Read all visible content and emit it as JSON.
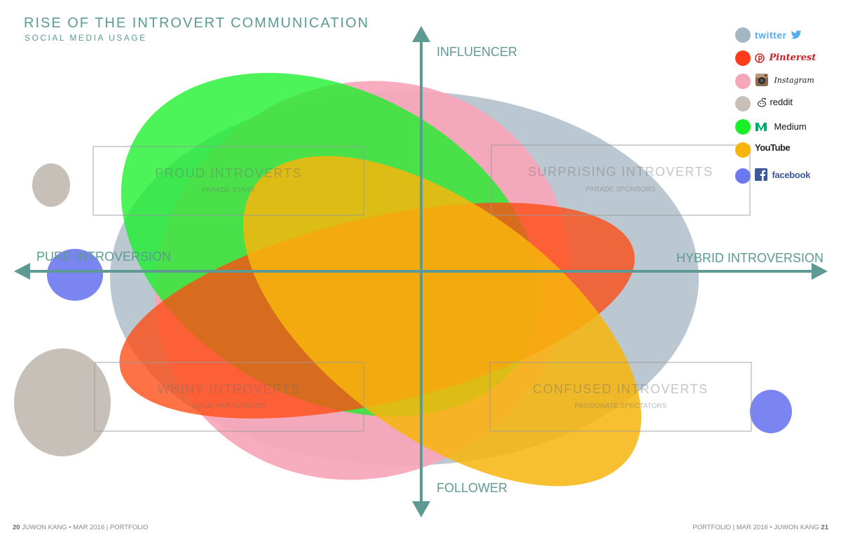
{
  "header": {
    "title": "RISE OF THE INTROVERT COMMUNICATION",
    "subtitle": "SOCIAL MEDIA USAGE"
  },
  "axes": {
    "top": "INFLUENCER",
    "bottom": "FOLLOWER",
    "left": "PURE INTROVERSION",
    "right": "HYBRID INTROVERSION"
  },
  "quadrants": [
    {
      "title": "PROUD INTROVERTS",
      "subtitle": "PARADE STARS"
    },
    {
      "title": "SURPRISING INTROVERTS",
      "subtitle": "PARADE SPONSORS"
    },
    {
      "title": "WHINY INTROVERTS",
      "subtitle": "LOCAL PARTICIPANTS"
    },
    {
      "title": "CONFUSED INTROVERTS",
      "subtitle": "PASSIONATE SPECTATORS"
    }
  ],
  "legend": [
    {
      "name": "twitter",
      "color": "#a4b6c2",
      "icon": "twitter-bird-icon"
    },
    {
      "name": "Pinterest",
      "color": "#ff3d1a",
      "icon": "pinterest-icon"
    },
    {
      "name": "Instagram",
      "color": "#f7a6b8",
      "icon": "instagram-camera-icon"
    },
    {
      "name": "reddit",
      "color": "#c7c0b9",
      "icon": "reddit-alien-icon"
    },
    {
      "name": "Medium",
      "color": "#1af02a",
      "icon": "medium-icon"
    },
    {
      "name": "YouTube",
      "color": "#f7b50c",
      "icon": "youtube-icon"
    },
    {
      "name": "facebook",
      "color": "#6b78ef",
      "icon": "facebook-icon"
    }
  ],
  "footer": {
    "left_page": "20",
    "left_text": "JUWON KANG • MAR 2016 | PORTFOLIO",
    "right_text": "PORTFOLIO | MAR 2016 • JUWON KANG",
    "right_page": "21"
  },
  "colors": {
    "accent": "#5d9a93",
    "twitter": "#a4b6c2",
    "pinterest": "#ff3d1a",
    "instagram": "#f7a6b8",
    "reddit": "#c7c0b9",
    "medium": "#1af02a",
    "youtube": "#f7b50c",
    "facebook": "#6b78ef"
  }
}
